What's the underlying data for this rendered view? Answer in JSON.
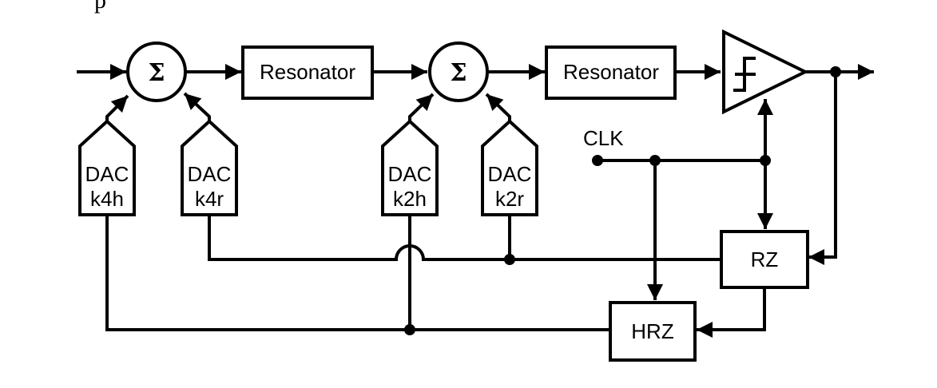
{
  "cropped_text": "p",
  "summers": [
    {
      "symbol": "Σ"
    },
    {
      "symbol": "Σ"
    }
  ],
  "resonators": [
    {
      "label": "Resonator"
    },
    {
      "label": "Resonator"
    }
  ],
  "dacs": [
    {
      "line1": "DAC",
      "line2": "k4h"
    },
    {
      "line1": "DAC",
      "line2": "k4r"
    },
    {
      "line1": "DAC",
      "line2": "k2h"
    },
    {
      "line1": "DAC",
      "line2": "k2r"
    }
  ],
  "clock_label": "CLK",
  "rz_label": "RZ",
  "hrz_label": "HRZ"
}
